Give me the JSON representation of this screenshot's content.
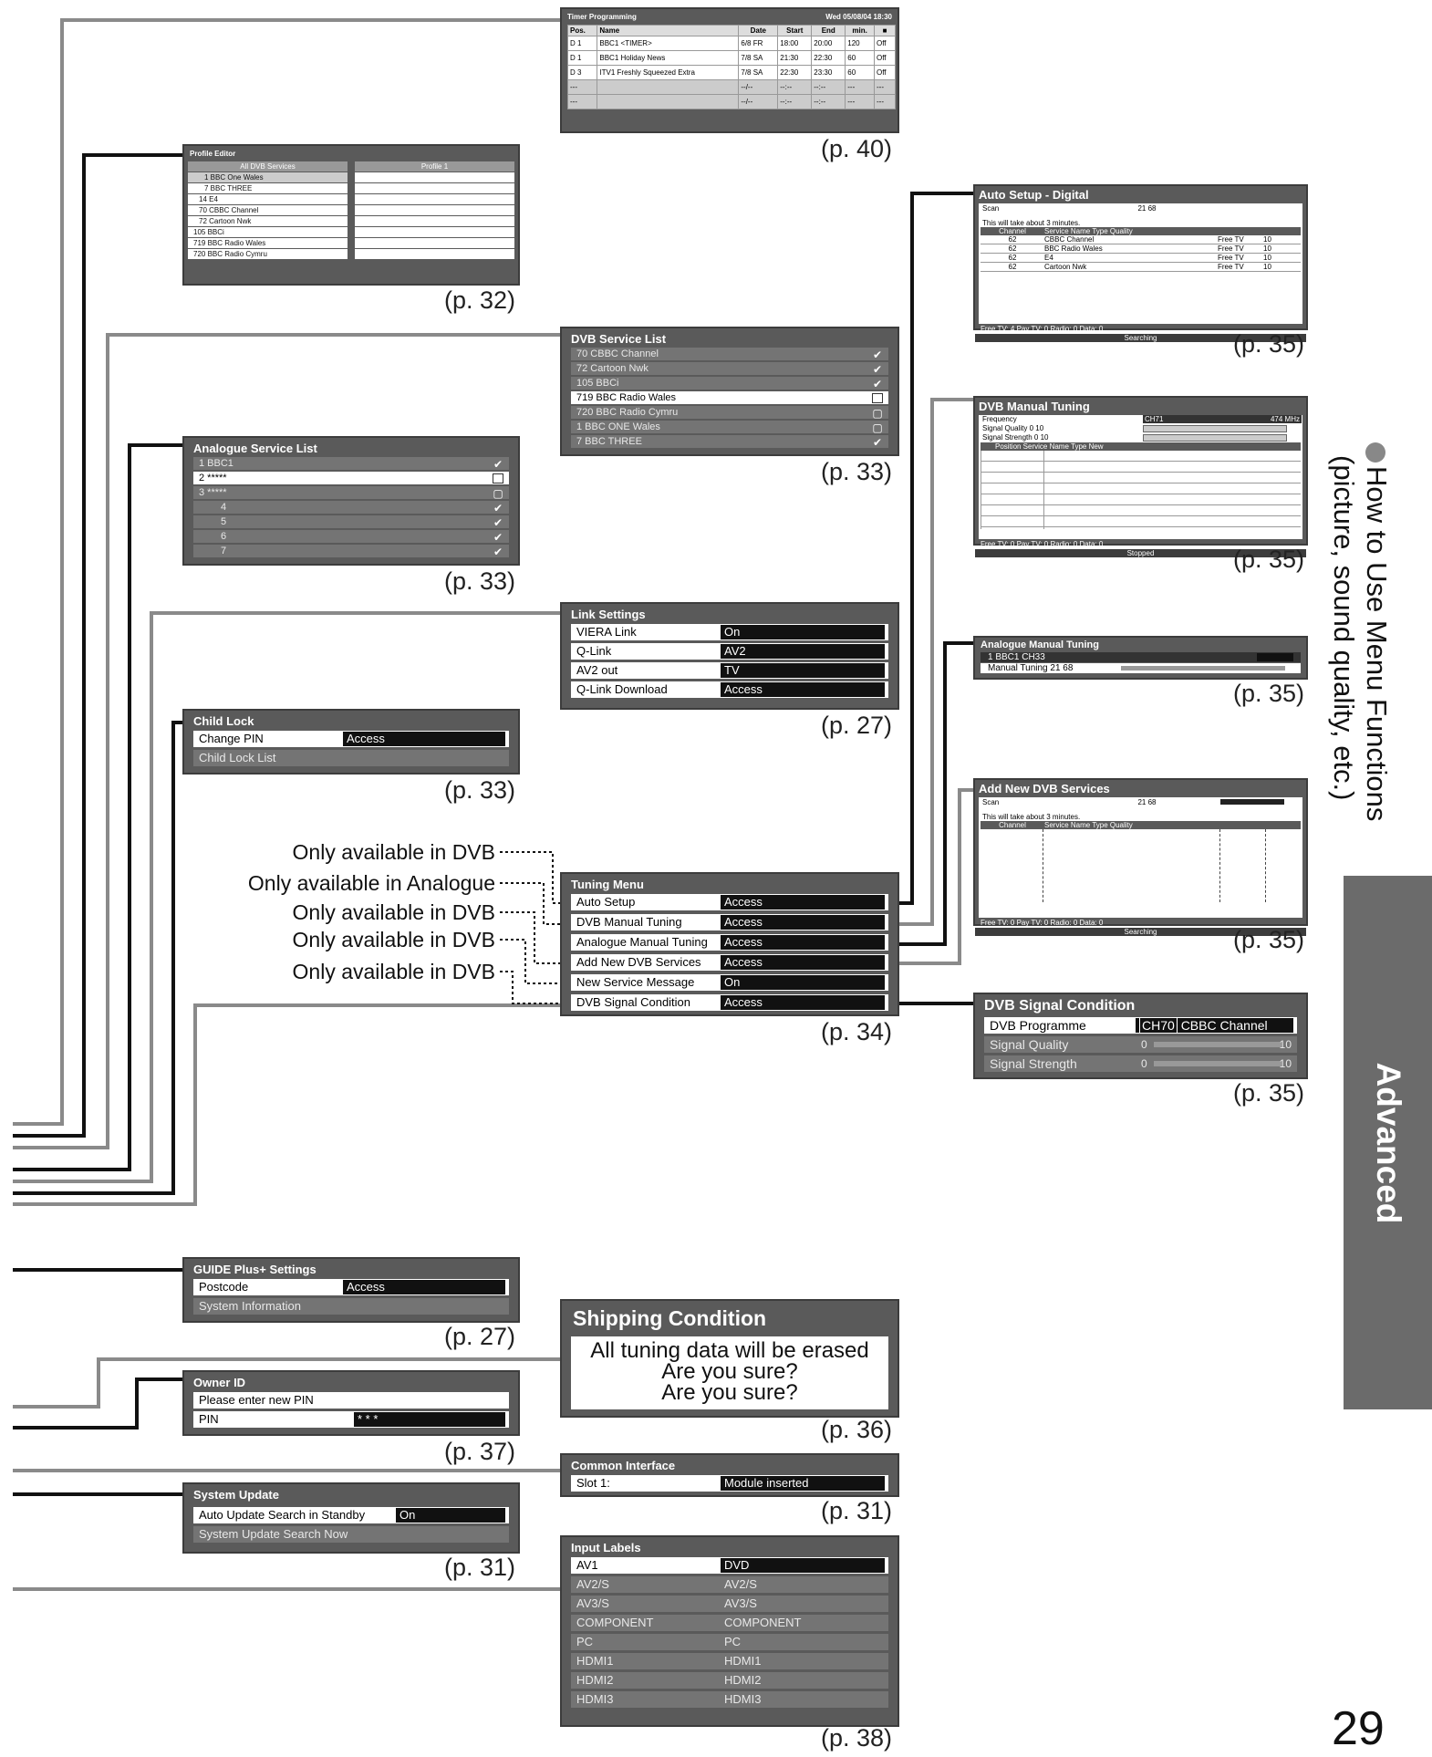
{
  "page_number": "29",
  "side_section": "Advanced",
  "side_heading_line1": "How to Use Menu Functions",
  "side_heading_line2": "(picture, sound quality, etc.)",
  "notes": [
    "Only available in DVB",
    "Only available in Analogue",
    "Only available in DVB",
    "Only available in DVB",
    "Only available in DVB"
  ],
  "timer": {
    "title": "Timer Programming",
    "datetime": "Wed 05/08/04 18:30",
    "headers": [
      "Pos.",
      "Name",
      "Date",
      "Start",
      "End",
      "min.",
      "■"
    ],
    "rows": [
      {
        "pos": "D 1",
        "name": "BBC1",
        "sub": "<TIMER>",
        "date": "6/8 FR",
        "start": "18:00",
        "end": "20:00",
        "min": "120",
        "state": "Off"
      },
      {
        "pos": "D 1",
        "name": "BBC1",
        "sub": "Holiday News",
        "date": "7/8 SA",
        "start": "21:30",
        "end": "22:30",
        "min": "60",
        "state": "Off"
      },
      {
        "pos": "D 3",
        "name": "ITV1",
        "sub": "Freshly Squeezed Extra",
        "date": "7/8 SA",
        "start": "22:30",
        "end": "23:30",
        "min": "60",
        "state": "Off"
      },
      {
        "pos": "---",
        "name": "",
        "sub": "",
        "date": "--/--",
        "start": "--:--",
        "end": "--:--",
        "min": "---",
        "state": "---"
      },
      {
        "pos": "---",
        "name": "",
        "sub": "",
        "date": "--/--",
        "start": "--:--",
        "end": "--:--",
        "min": "---",
        "state": "---"
      }
    ],
    "ref": "(p. 40)"
  },
  "profile": {
    "title": "Profile Editor",
    "col1": "All DVB Services",
    "col2": "Profile 1",
    "items": [
      "1 BBC One Wales",
      "7 BBC THREE",
      "14 E4",
      "70 CBBC Channel",
      "72 Cartoon Nwk",
      "105 BBCi",
      "719 BBC Radio Wales",
      "720 BBC Radio Cymru"
    ],
    "ref": "(p. 32)"
  },
  "dvb_list": {
    "title": "DVB Service List",
    "items": [
      "70   CBBC Channel",
      "72   Cartoon Nwk",
      "105   BBCi",
      "719   BBC Radio Wales",
      "720   BBC Radio Cymru",
      "1   BBC ONE Wales",
      "7   BBC THREE"
    ],
    "ref": "(p. 33)"
  },
  "analogue_list": {
    "title": "Analogue Service List",
    "items": [
      "1   BBC1",
      "2   *****",
      "3   *****",
      "4",
      "5",
      "6",
      "7"
    ],
    "ref": "(p. 33)"
  },
  "link": {
    "title": "Link Settings",
    "rows": [
      [
        "VIERA Link",
        "On"
      ],
      [
        "Q-Link",
        "AV2"
      ],
      [
        "AV2 out",
        "TV"
      ],
      [
        "Q-Link Download",
        "Access"
      ]
    ],
    "ref": "(p. 27)"
  },
  "child": {
    "title": "Child Lock",
    "rows": [
      [
        "Change PIN",
        "Access"
      ],
      [
        "Child Lock List",
        ""
      ]
    ],
    "ref": "(p. 33)"
  },
  "tuning": {
    "title": "Tuning Menu",
    "rows": [
      [
        "Auto Setup",
        "Access"
      ],
      [
        "DVB Manual Tuning",
        "Access"
      ],
      [
        "Analogue Manual Tuning",
        "Access"
      ],
      [
        "Add New DVB Services",
        "Access"
      ],
      [
        "New Service Message",
        "On"
      ],
      [
        "DVB Signal Condition",
        "Access"
      ]
    ],
    "ref": "(p. 34)"
  },
  "auto_setup": {
    "title": "Auto Setup - Digital",
    "scan": "Scan",
    "scan_val": "21   68",
    "msg": "This will take about 3 minutes.",
    "headers": [
      "Channel",
      "Service Name Type Quality"
    ],
    "rows": [
      [
        "62",
        "CBBC Channel",
        "Free TV",
        "10"
      ],
      [
        "62",
        "BBC Radio Wales",
        "Free TV",
        "10"
      ],
      [
        "62",
        "E4",
        "Free TV",
        "10"
      ],
      [
        "62",
        "Cartoon Nwk",
        "Free TV",
        "10"
      ]
    ],
    "footer": "Free TV: 4 Pay TV: 0 Radio: 0 Data: 0",
    "status": "Searching",
    "ref": "(p. 35)"
  },
  "dvb_manual": {
    "title": "DVB Manual Tuning",
    "rows": [
      "Frequency",
      "Signal Quality 0 10",
      "Signal Strength 0 10"
    ],
    "freq_ch": "CH71",
    "freq_mhz": "474 MHz",
    "headers": "Position Service Name Type New",
    "footer": "Free TV: 0 Pay TV: 0 Radio: 0 Data: 0",
    "status": "Stopped",
    "ref": "(p. 35)"
  },
  "ana_manual": {
    "title": "Analogue Manual Tuning",
    "rows": [
      "1 BBC1 CH33",
      "Manual Tuning 21 68"
    ],
    "ref": "(p. 35)"
  },
  "add_new": {
    "title": "Add New DVB Services",
    "scan": "Scan",
    "scan_val": "21   68",
    "msg": "This will take about 3 minutes.",
    "headers": [
      "Channel",
      "Service Name Type Quality"
    ],
    "footer": "Free TV: 0 Pay TV: 0 Radio: 0 Data: 0",
    "status": "Searching",
    "ref": "(p. 35)"
  },
  "signal": {
    "title": "DVB Signal Condition",
    "programme_label": "DVB Programme",
    "programme_val": "CH70",
    "programme_name": "CBBC Channel",
    "rows": [
      [
        "Signal Quality",
        "0",
        "10"
      ],
      [
        "Signal Strength",
        "0",
        "10"
      ]
    ],
    "ref": "(p. 35)"
  },
  "guide": {
    "title": "GUIDE Plus+ Settings",
    "rows": [
      [
        "Postcode",
        "Access"
      ],
      [
        "System Information",
        ""
      ]
    ],
    "ref": "(p. 27)"
  },
  "shipping": {
    "title": "Shipping Condition",
    "lines": [
      "All tuning data will be erased",
      "Are you sure?",
      "Are you sure?"
    ],
    "ref": "(p. 36)"
  },
  "owner": {
    "title": "Owner ID",
    "prompt": "Please enter new PIN",
    "pin_label": "PIN",
    "pin_val": "* * *",
    "ref": "(p. 37)"
  },
  "common": {
    "title": "Common Interface",
    "slot_label": "Slot 1:",
    "slot_val": "Module inserted",
    "ref": "(p. 31)"
  },
  "sysupdate": {
    "title": "System Update",
    "rows": [
      [
        "Auto Update Search in Standby",
        "On"
      ],
      [
        "System Update Search Now",
        ""
      ]
    ],
    "ref": "(p. 31)"
  },
  "input": {
    "title": "Input Labels",
    "rows": [
      [
        "AV1",
        "DVD"
      ],
      [
        "AV2/S",
        "AV2/S"
      ],
      [
        "AV3/S",
        "AV3/S"
      ],
      [
        "COMPONENT",
        "COMPONENT"
      ],
      [
        "PC",
        "PC"
      ],
      [
        "HDMI1",
        "HDMI1"
      ],
      [
        "HDMI2",
        "HDMI2"
      ],
      [
        "HDMI3",
        "HDMI3"
      ]
    ],
    "ref": "(p. 38)"
  },
  "colors": {
    "panel": "#5a5a5a",
    "row": "#747474",
    "line_dark": "#111111",
    "line_grey": "#8a8a8a",
    "tab": "#6b6b6b"
  }
}
